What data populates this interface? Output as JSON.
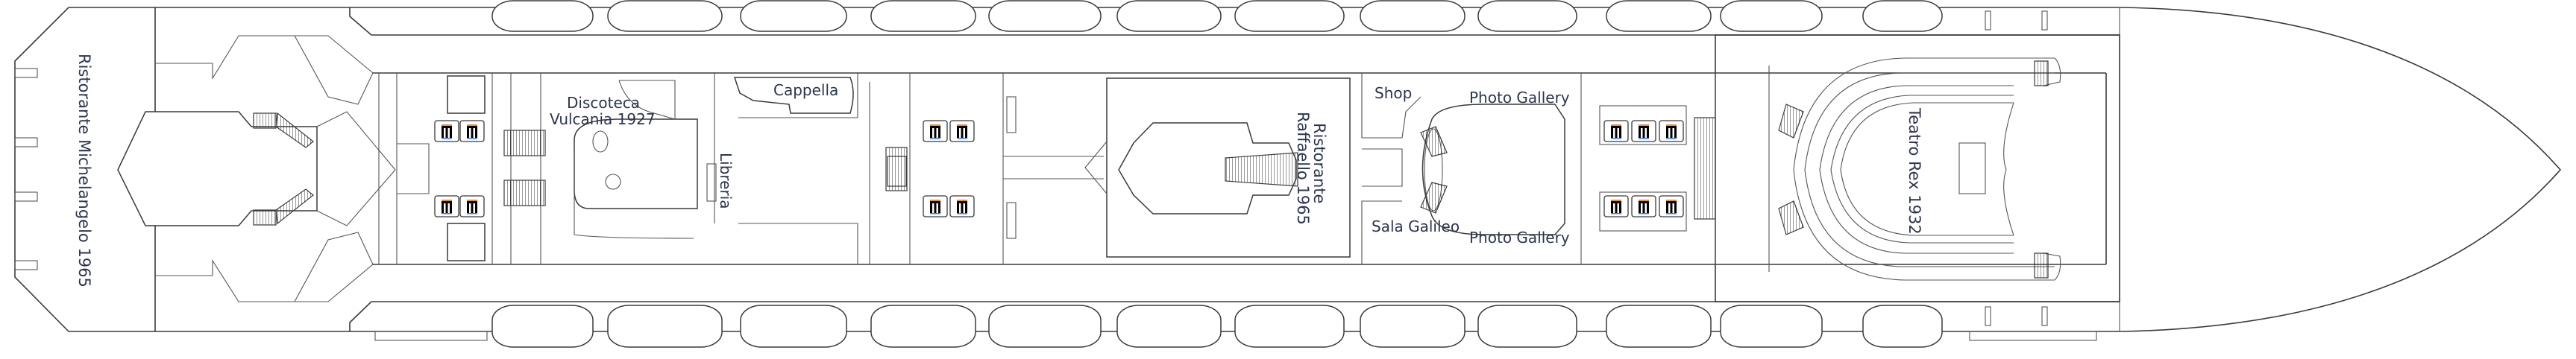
{
  "deck_plan": {
    "labels": {
      "ristorante_michelangelo": "Ristorante Michelangelo 1965",
      "discoteca_line1": "Discoteca",
      "discoteca_line2": "Vulcania 1927",
      "cappella": "Cappella",
      "libreria": "Libreria",
      "ristorante_raffaello_line1": "Ristorante",
      "ristorante_raffaello_line2": "Raffaello 1965",
      "shop": "Shop",
      "photo_gallery_top": "Photo Gallery",
      "photo_gallery_bottom": "Photo Gallery",
      "sala_galileo": "Sala Galileo",
      "teatro_rex": "Teatro Rex 1932"
    },
    "icons": {
      "elevator": "elevator-icon",
      "lifeboat": "lifeboat-shape",
      "stairs": "stairs-icon"
    },
    "colors": {
      "label": "#2a3550",
      "line": "#3a3a3a",
      "elevator_top": "#e8902a",
      "elevator_body": "#000000"
    }
  }
}
